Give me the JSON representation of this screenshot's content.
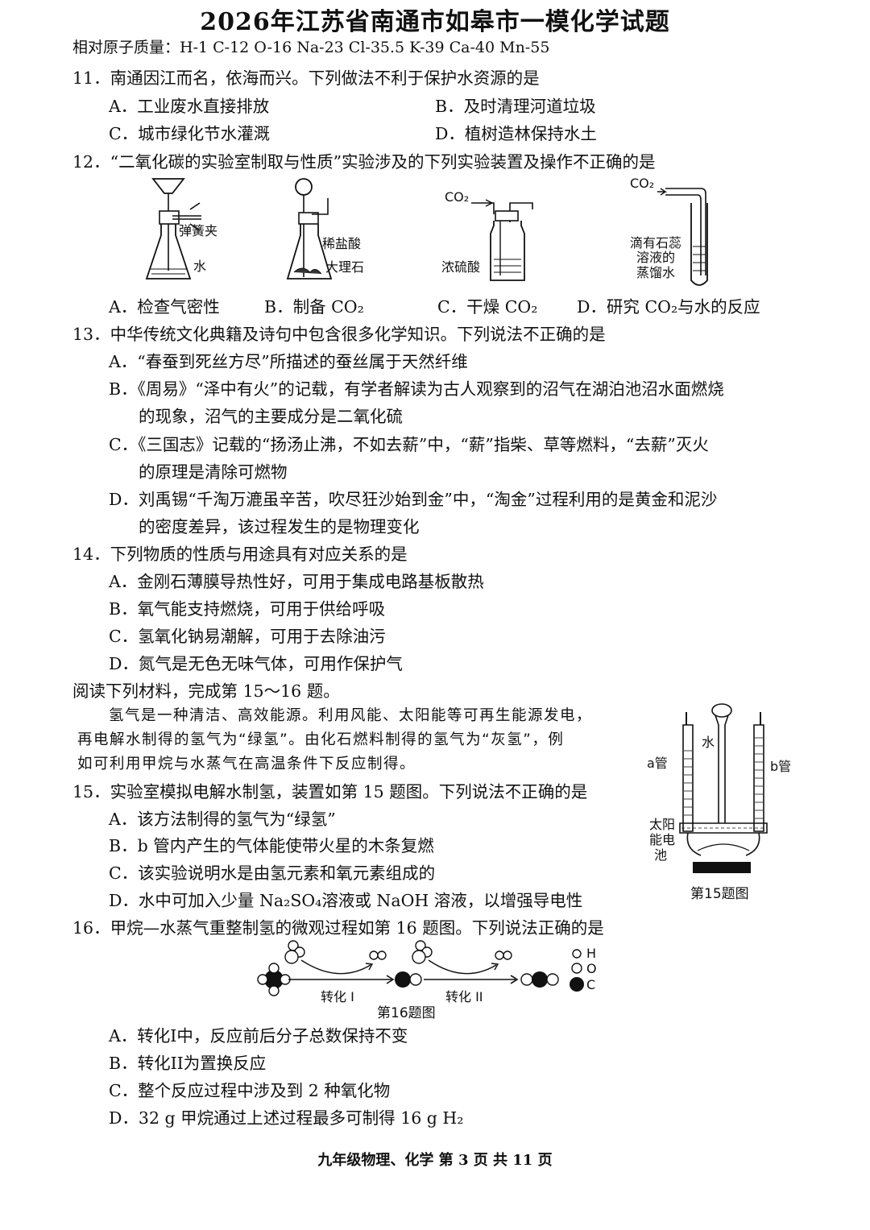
{
  "title": "2026年江苏省南通市如皋市一模化学试题",
  "atomic_masses": "相对原子质量：H-1  C-12   O-16   Na-23   Cl-35.5   K-39   Ca-40   Mn-55",
  "q11": {
    "stem": "11．南通因江而名，依海而兴。下列做法不利于保护水资源的是",
    "A": "A．工业废水直接排放",
    "B": "B．及时清理河道垃圾",
    "C": "C．城市绿化节水灌溉",
    "D": "D．植树造林保持水土"
  },
  "q12": {
    "stem": "12．“二氧化碳的实验室制取与性质”实验涉及的下列实验装置及操作不正确的是",
    "fig_a_clamp": "弹簧夹",
    "fig_a_water": "水",
    "fig_b_acid": "稀盐酸",
    "fig_b_marble": "大理石",
    "fig_c_co2": "CO₂",
    "fig_c_acid": "浓硫酸",
    "fig_d_co2": "CO₂",
    "fig_d_label1": "滴有石蕊",
    "fig_d_label2": "溶液的",
    "fig_d_label3": "蒸馏水",
    "A": "A．检查气密性",
    "B": "B．制备 CO₂",
    "C": "C．干燥 CO₂",
    "D": "D．研究 CO₂与水的反应"
  },
  "q13": {
    "stem": "13．中华传统文化典籍及诗句中包含很多化学知识。下列说法不正确的是",
    "A": "A．“春蚕到死丝方尽”所描述的蚕丝属于天然纤维",
    "B1": "B．《周易》“泽中有火”的记载，有学者解读为古人观察到的沼气在湖泊池沼水面燃烧",
    "B2": "的现象，沼气的主要成分是二氧化硫",
    "C1": "C．《三国志》记载的“扬汤止沸，不如去薪”中，“薪”指柴、草等燃料，“去薪”灭火",
    "C2": "的原理是清除可燃物",
    "D1": "D．刘禹锡“千淘万漉虽辛苦，吹尽狂沙始到金”中，“淘金”过程利用的是黄金和泥沙",
    "D2": "的密度差异，该过程发生的是物理变化"
  },
  "q14": {
    "stem": "14．下列物质的性质与用途具有对应关系的是",
    "A": "A．金刚石薄膜导热性好，可用于集成电路基板散热",
    "B": "B．氧气能支持燃烧，可用于供给呼吸",
    "C": "C．氢氧化钠易潮解，可用于去除油污",
    "D": "D．氮气是无色无味气体，可用作保护气"
  },
  "reading_intro": "阅读下列材料，完成第 15～16 题。",
  "passage": {
    "l1": "氢气是一种清洁、高效能源。利用风能、太阳能等可再生能源发电，",
    "l2": "再电解水制得的氢气为“绿氢”。由化石燃料制得的氢气为“灰氢”，例",
    "l3": "如可利用甲烷与水蒸气在高温条件下反应制得。"
  },
  "q15": {
    "stem": "15．实验室模拟电解水制氢，装置如第 15 题图。下列说法不正确的是",
    "A": "A．该方法制得的氢气为“绿氢”",
    "B": "B．b 管内产生的气体能使带火星的木条复燃",
    "C": "C．该实验说明水是由氢元素和氧元素组成的",
    "D": "D．水中可加入少量 Na₂SO₄溶液或 NaOH 溶液，以增强导电性",
    "fig_water": "水",
    "fig_a": "a管",
    "fig_b": "b管",
    "fig_solar1": "太阳",
    "fig_solar2": "能电",
    "fig_solar3": "池",
    "fig_caption": "第15题图"
  },
  "q16": {
    "stem": "16．甲烷—水蒸气重整制氢的微观过程如第 16 题图。下列说法正确的是",
    "fig_step1": "转化 I",
    "fig_step2": "转化 II",
    "fig_caption": "第16题图",
    "legend_h": "H",
    "legend_o": "O",
    "legend_c": "C",
    "A": "A．转化I中，反应前后分子总数保持不变",
    "B": "B．转化II为置换反应",
    "C": "C．整个反应过程中涉及到 2 种氧化物",
    "D": "D．32 g 甲烷通过上述过程最多可制得 16 g H₂"
  },
  "footer": "九年级物理、化学  第 3 页  共 11 页"
}
